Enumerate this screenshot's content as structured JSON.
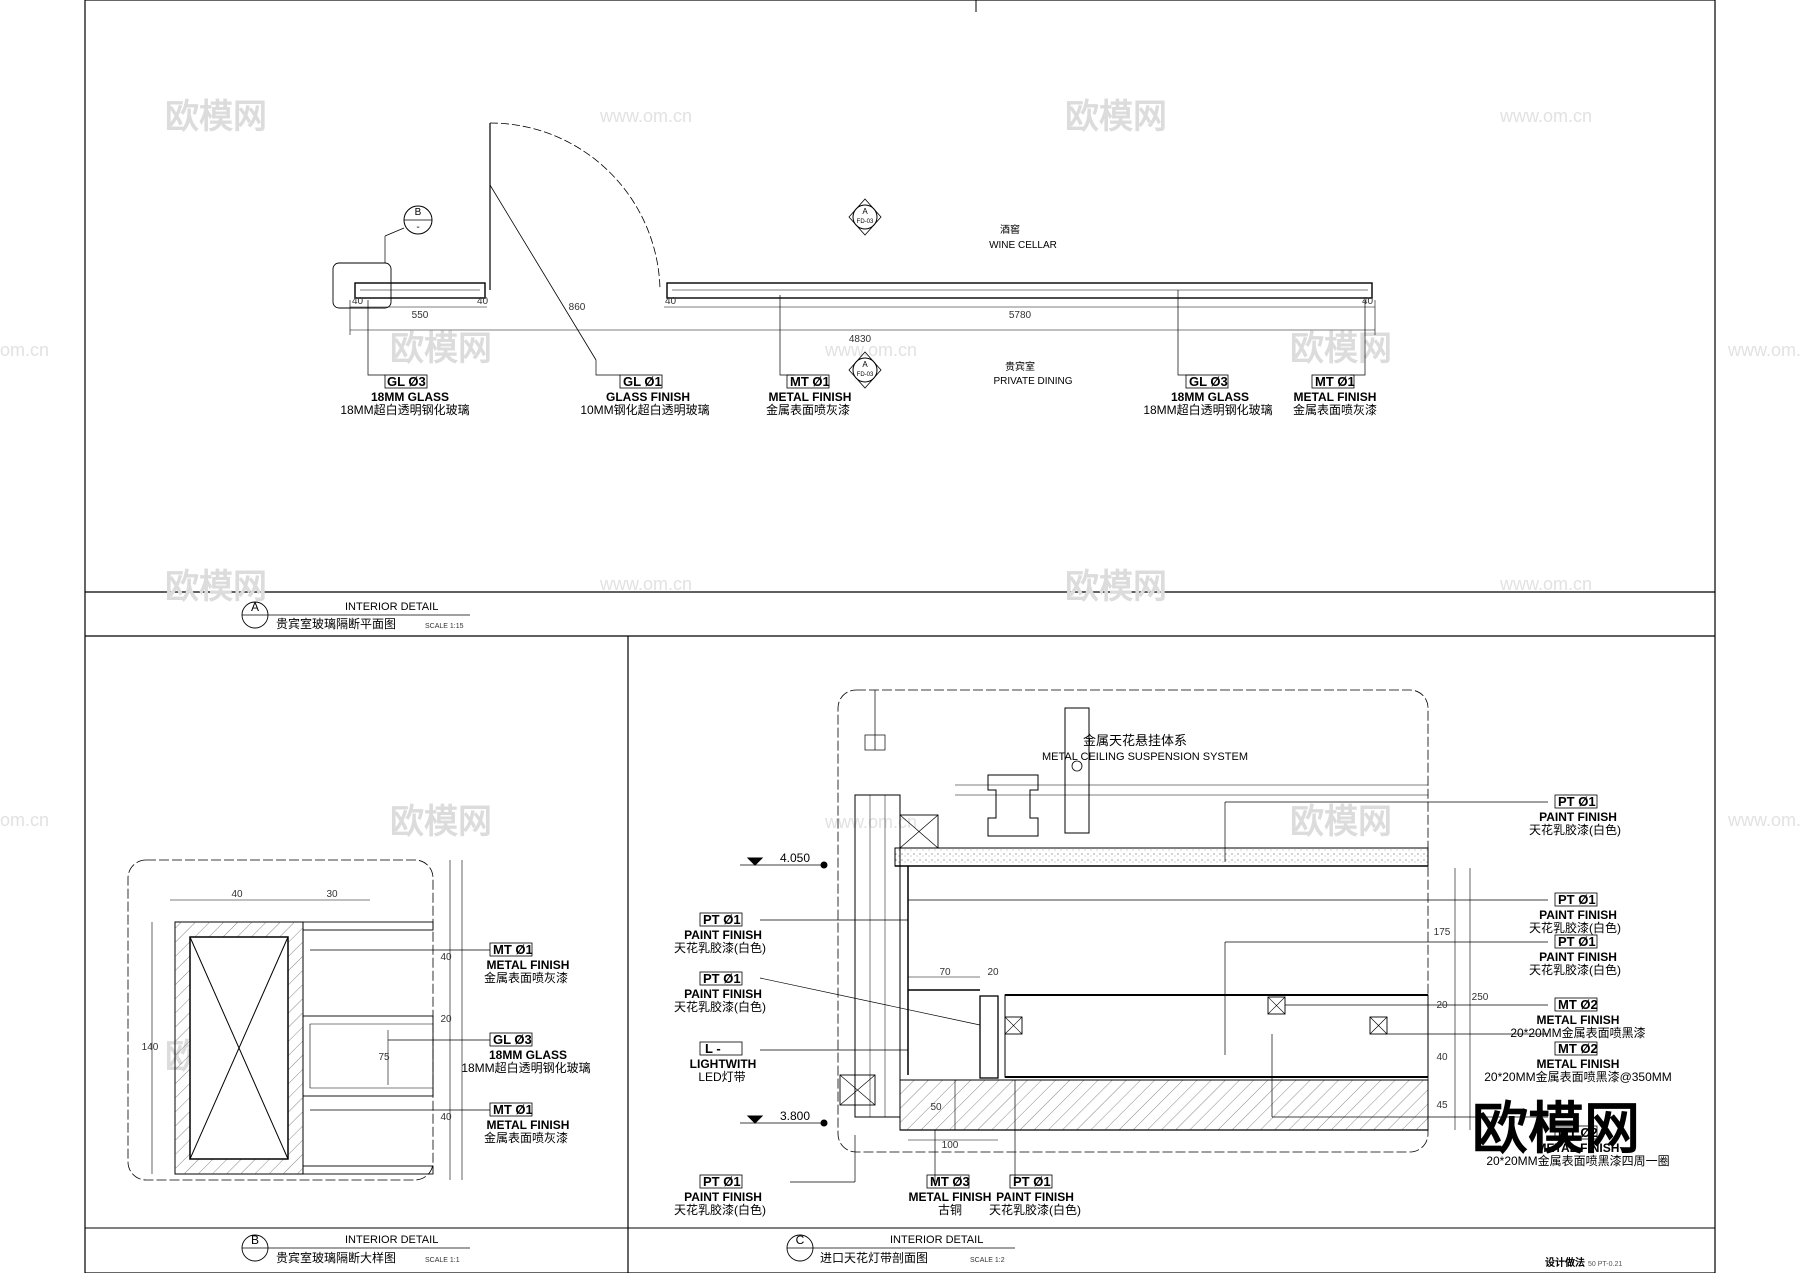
{
  "watermarks": {
    "logo": "欧模网",
    "url": "www.om.cn",
    "url_edge": "om.cn"
  },
  "panel_a": {
    "circle": "A",
    "title_en": "INTERIOR     DETAIL",
    "title_cn": "贵宾室玻璃隔断平面图",
    "scale": "SCALE 1:15",
    "section_tag_b": "B",
    "section_tag_b_sub": "-",
    "section_tag_a": "A",
    "section_tag_a_sub": "FD-03",
    "room_wine_cn": "酒窖",
    "room_wine_en": "WINE CELLAR",
    "room_private_cn": "贵宾室",
    "room_private_en": "PRIVATE DINING",
    "dims": [
      "40",
      "550",
      "40",
      "40",
      "5780",
      "40",
      "4830",
      "860"
    ],
    "labels": [
      {
        "code": "GL Ø3",
        "en": "18MM GLASS",
        "cn": "18MM超白透明钢化玻璃"
      },
      {
        "code": "GL Ø1",
        "en": "GLASS FINISH",
        "cn": "10MM钢化超白透明玻璃"
      },
      {
        "code": "MT Ø1",
        "en": "METAL FINISH",
        "cn": "金属表面喷灰漆"
      },
      {
        "code": "GL Ø3",
        "en": "18MM GLASS",
        "cn": "18MM超白透明钢化玻璃"
      },
      {
        "code": "MT Ø1",
        "en": "METAL FINISH",
        "cn": "金属表面喷灰漆"
      }
    ]
  },
  "panel_b": {
    "circle": "B",
    "title_en": "INTERIOR     DETAIL",
    "title_cn": "贵宾室玻璃隔断大样图",
    "scale": "SCALE 1:1",
    "dims": [
      "40",
      "30",
      "40",
      "20",
      "40",
      "140",
      "75"
    ],
    "labels": [
      {
        "code": "MT Ø1",
        "en": "METAL FINISH",
        "cn": "金属表面喷灰漆"
      },
      {
        "code": "GL Ø3",
        "en": "18MM GLASS",
        "cn": "18MM超白透明钢化玻璃"
      },
      {
        "code": "MT Ø1",
        "en": "METAL FINISH",
        "cn": "金属表面喷灰漆"
      }
    ]
  },
  "panel_c": {
    "circle": "C",
    "title_en": "INTERIOR     DETAIL",
    "title_cn": "进口天花灯带剖面图",
    "scale": "SCALE 1:2",
    "system_cn": "金属天花悬挂体系",
    "system_en": "METAL CEILING SUSPENSION SYSTEM",
    "level_top": "4.050",
    "level_bottom": "3.800",
    "dims": [
      "70",
      "20",
      "100",
      "175",
      "20",
      "40",
      "45",
      "250",
      "50"
    ],
    "labels_left": [
      {
        "code": "PT Ø1",
        "en": "PAINT FINISH",
        "cn": "天花乳胶漆(白色)"
      },
      {
        "code": "PT Ø1",
        "en": "PAINT FINISH",
        "cn": "天花乳胶漆(白色)"
      },
      {
        "code": "L  -",
        "en": "LIGHTWITH",
        "cn": "LED灯带"
      },
      {
        "code": "PT Ø1",
        "en": "PAINT FINISH",
        "cn": "天花乳胶漆(白色)"
      }
    ],
    "labels_bottom": [
      {
        "code": "MT Ø3",
        "en": "METAL FINISH",
        "cn": "古铜"
      },
      {
        "code": "PT Ø1",
        "en": "PAINT FINISH",
        "cn": "天花乳胶漆(白色)"
      }
    ],
    "labels_right": [
      {
        "code": "PT Ø1",
        "en": "PAINT FINISH",
        "cn": "天花乳胶漆(白色)"
      },
      {
        "code": "PT Ø1",
        "en": "PAINT FINISH",
        "cn": "天花乳胶漆(白色)"
      },
      {
        "code": "PT Ø1",
        "en": "PAINT FINISH",
        "cn": "天花乳胶漆(白色)"
      },
      {
        "code": "MT Ø2",
        "en": "METAL FINISH",
        "cn": "20*20MM金属表面喷黑漆"
      },
      {
        "code": "MT Ø2",
        "en": "METAL FINISH",
        "cn": "20*20MM金属表面喷黑漆@350MM"
      },
      {
        "code": "MT Ø2",
        "en": "METAL FINISH",
        "cn": "20*20MM金属表面喷黑漆四周一圈"
      }
    ],
    "big_watermark": "欧模网"
  },
  "title_block": {
    "text": "设计做法",
    "sub": "50 PT-0.21"
  }
}
